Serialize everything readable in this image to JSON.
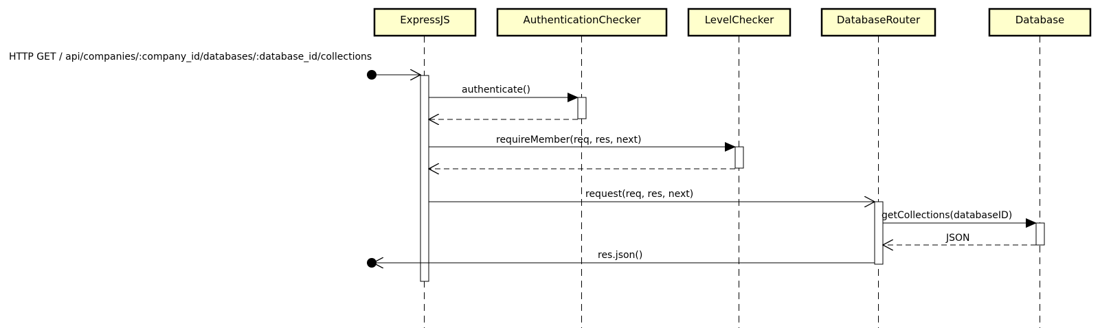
{
  "diagram": {
    "participants": [
      {
        "id": "express",
        "label": "ExpressJS"
      },
      {
        "id": "auth",
        "label": "AuthenticationChecker"
      },
      {
        "id": "level",
        "label": "LevelChecker"
      },
      {
        "id": "router",
        "label": "DatabaseRouter"
      },
      {
        "id": "db",
        "label": "Database"
      }
    ],
    "found_message": {
      "label": "HTTP GET / api/companies/:company_id/databases/:database_id/collections"
    },
    "messages": [
      {
        "label": "authenticate()"
      },
      {
        "label": ""
      },
      {
        "label": "requireMember(req, res, next)"
      },
      {
        "label": ""
      },
      {
        "label": "request(req, res, next)"
      },
      {
        "label": "getCollections(databaseID)"
      },
      {
        "label": "JSON"
      },
      {
        "label": "res.json()"
      }
    ],
    "colors": {
      "participant_fill": "#ffffcc",
      "stroke": "#000000",
      "activation_fill": "#ffffff"
    }
  }
}
